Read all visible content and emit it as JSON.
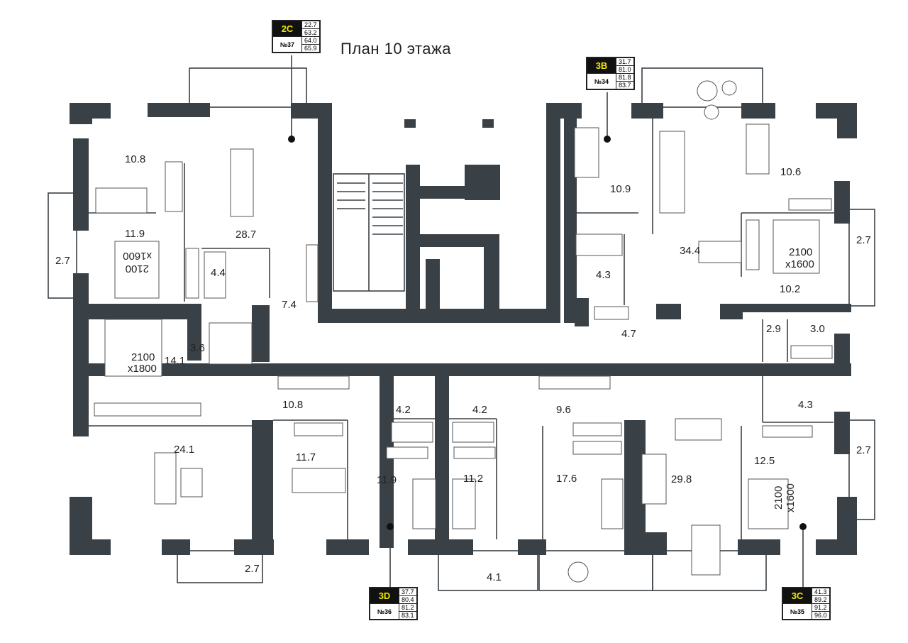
{
  "title": "План 10 этажа",
  "apartments": [
    {
      "code": "2C",
      "number": "№37",
      "values": [
        "22.7",
        "63.2",
        "64.0",
        "65.9"
      ]
    },
    {
      "code": "3B",
      "number": "№34",
      "values": [
        "31.7",
        "81.0",
        "81.8",
        "83.7"
      ]
    },
    {
      "code": "3D",
      "number": "№36",
      "values": [
        "37.7",
        "80.4",
        "81.2",
        "83.1"
      ]
    },
    {
      "code": "3C",
      "number": "№35",
      "values": [
        "41.3",
        "89.2",
        "91.2",
        "96.0"
      ]
    }
  ],
  "room_areas": [
    "10.8",
    "11.9",
    "28.7",
    "4.4",
    "7.4",
    "2.7",
    "14.1",
    "3.6",
    "10.8",
    "24.1",
    "2.7",
    "11.7",
    "4.2",
    "11.9",
    "4.2",
    "11.2",
    "9.6",
    "17.6",
    "4.1",
    "29.8",
    "10.9",
    "4.3",
    "34.4",
    "4.7",
    "10.6",
    "2.7",
    "10.2",
    "2.9",
    "3.0",
    "4.3",
    "2.7",
    "12.5"
  ],
  "bed_labels": [
    {
      "line1": "2100",
      "line2": "x1600"
    },
    {
      "line1": "2100",
      "line2": "x1800"
    },
    {
      "line1": "2100",
      "line2": "x1600"
    },
    {
      "line1": "2100",
      "line2": "x1600"
    }
  ]
}
